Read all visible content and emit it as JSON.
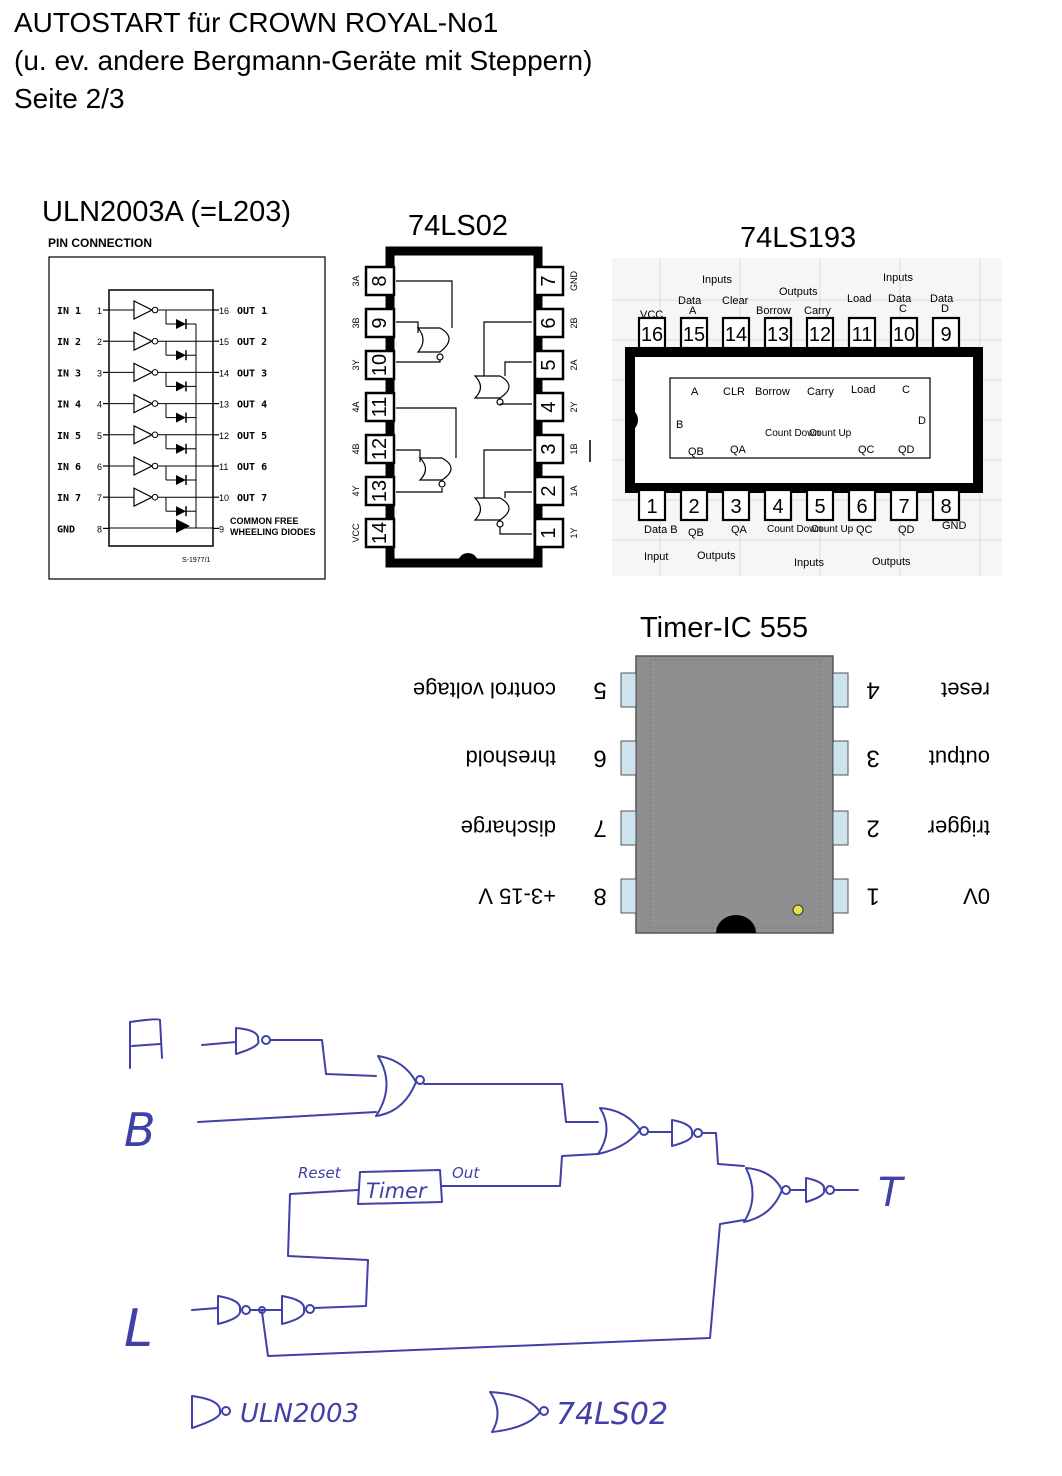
{
  "page": {
    "title_line1": "AUTOSTART für CROWN ROYAL-No1",
    "title_line2": "(u. ev. andere Bergmann-Geräte mit Steppern)",
    "title_line3": "Seite 2/3"
  },
  "uln2003": {
    "title": "ULN2003A (=L203)",
    "caption": "PIN CONNECTION",
    "left_pins": [
      {
        "label": "IN 1",
        "num": "1"
      },
      {
        "label": "IN 2",
        "num": "2"
      },
      {
        "label": "IN 3",
        "num": "3"
      },
      {
        "label": "IN 4",
        "num": "4"
      },
      {
        "label": "IN 5",
        "num": "5"
      },
      {
        "label": "IN 6",
        "num": "6"
      },
      {
        "label": "IN 7",
        "num": "7"
      },
      {
        "label": "GND",
        "num": "8"
      }
    ],
    "right_pins": [
      {
        "num": "16",
        "label": "OUT 1"
      },
      {
        "num": "15",
        "label": "OUT 2"
      },
      {
        "num": "14",
        "label": "OUT 3"
      },
      {
        "num": "13",
        "label": "OUT 4"
      },
      {
        "num": "12",
        "label": "OUT 5"
      },
      {
        "num": "11",
        "label": "OUT 6"
      },
      {
        "num": "10",
        "label": "OUT 7"
      },
      {
        "num": "9",
        "label": ""
      }
    ],
    "common_line1": "COMMON  FREE",
    "common_line2": "WHEELING  DIODES",
    "footnote": "S-1977/1"
  },
  "ls02": {
    "title": "74LS02",
    "left_pins": [
      {
        "num": "8",
        "label": "3A"
      },
      {
        "num": "9",
        "label": "3B"
      },
      {
        "num": "10",
        "label": "3Y"
      },
      {
        "num": "11",
        "label": "4A"
      },
      {
        "num": "12",
        "label": "4B"
      },
      {
        "num": "13",
        "label": "4Y"
      },
      {
        "num": "14",
        "label": "VCC"
      }
    ],
    "right_pins": [
      {
        "num": "7",
        "label": "GND"
      },
      {
        "num": "6",
        "label": "2B"
      },
      {
        "num": "5",
        "label": "2A"
      },
      {
        "num": "4",
        "label": "2Y"
      },
      {
        "num": "3",
        "label": "1B"
      },
      {
        "num": "2",
        "label": "1A"
      },
      {
        "num": "1",
        "label": "1Y"
      }
    ]
  },
  "ls193": {
    "title": "74LS193",
    "top_pins": [
      "16",
      "15",
      "14",
      "13",
      "12",
      "11",
      "10",
      "9"
    ],
    "bottom_pins": [
      "1",
      "2",
      "3",
      "4",
      "5",
      "6",
      "7",
      "8"
    ],
    "vcc": "VCC",
    "gnd": "GND",
    "top_inputs_left": "Inputs",
    "top_inputs_right": "Inputs",
    "top_outputs": "Outputs",
    "top_data_a": "Data",
    "top_data_a_sub": "A",
    "top_clear": "Clear",
    "top_borrow": "Borrow",
    "top_carry": "Carry",
    "top_load": "Load",
    "top_data_c": "Data",
    "top_data_c_sub": "C",
    "top_data_d": "Data",
    "top_data_d_sub": "D",
    "inner_a": "A",
    "inner_clr": "CLR",
    "inner_borrow": "Borrow",
    "inner_carry": "Carry",
    "inner_load": "Load",
    "inner_c": "C",
    "inner_b": "B",
    "inner_d": "D",
    "inner_qb": "QB",
    "inner_qa": "QA",
    "inner_count_down": "Count Down",
    "inner_count_up": "Count Up",
    "inner_qc": "QC",
    "inner_qd": "QD",
    "bottom_data_b": "Data B",
    "bottom_input": "Input",
    "bottom_qb": "QB",
    "bottom_qa": "QA",
    "bottom_outputs_left": "Outputs",
    "bottom_count_down": "Count Down",
    "bottom_count_up": "Count Up",
    "bottom_inputs": "Inputs",
    "bottom_qc": "QC",
    "bottom_qd": "QD",
    "bottom_outputs_right": "Outputs"
  },
  "timer555": {
    "title": "Timer-IC 555",
    "left_pins": [
      {
        "num": "5",
        "label": "control voltage"
      },
      {
        "num": "6",
        "label": "threshold"
      },
      {
        "num": "7",
        "label": "discharge"
      },
      {
        "num": "8",
        "label": "+3-15 V"
      }
    ],
    "right_pins": [
      {
        "num": "4",
        "label": "reset"
      },
      {
        "num": "3",
        "label": "output"
      },
      {
        "num": "2",
        "label": "trigger"
      },
      {
        "num": "1",
        "label": "0V"
      }
    ],
    "colors": {
      "body": "#8f8f8f",
      "pin": "#cde3ee",
      "dot": "#e2e34a"
    }
  },
  "sketch": {
    "input_a": "A",
    "input_b": "B",
    "input_l": "L",
    "output_t": "T",
    "timer_label": "Timer",
    "reset_label": "Reset",
    "out_label": "Out",
    "legend_uln": "ULN2003",
    "legend_ls02": "74LS02",
    "ink_color": "#3f40a8"
  }
}
